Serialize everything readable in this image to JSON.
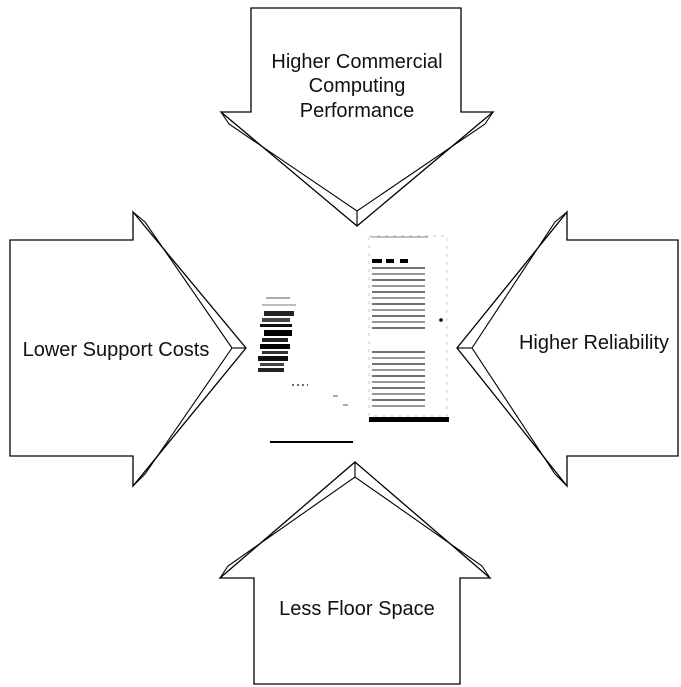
{
  "arrows": {
    "top": {
      "lines": [
        "Higher Commercial",
        "Computing",
        "Performance"
      ]
    },
    "left": {
      "lines": [
        "Lower Support Costs"
      ]
    },
    "right": {
      "lines": [
        "Higher Reliability"
      ]
    },
    "bottom": {
      "lines": [
        "Less Floor Space"
      ]
    }
  },
  "center_image": {
    "icon": "server-cabinets-icon"
  },
  "colors": {
    "line": "#000000",
    "fill": "#ffffff",
    "text": "#111111"
  }
}
